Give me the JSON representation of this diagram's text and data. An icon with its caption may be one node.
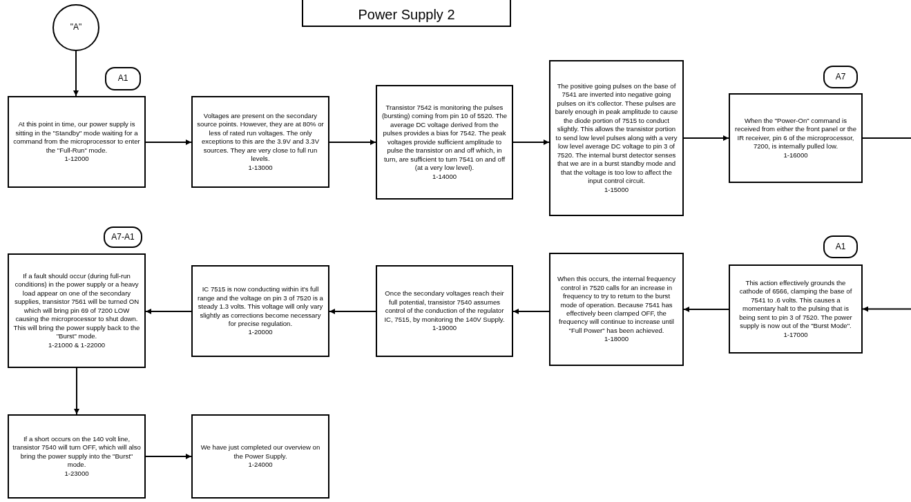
{
  "diagram": {
    "title": "Power Supply 2",
    "nodes": [
      {
        "text": [
          "\"A\""
        ]
      },
      {
        "text": [
          "A1"
        ]
      },
      {
        "text": [
          "At this point in time, our power supply is sitting in the \"Standby\" mode waiting for a command from the microprocessor to enter the \"Full-Run\" mode.",
          "1-12000"
        ]
      },
      {
        "text": [
          "Voltages are present on the secondary source points. However, they are at 80% or less of rated run voltages. The only exceptions to this are the 3.9V and 3.3V sources. They are very close to full run levels.",
          "1-13000"
        ]
      },
      {
        "text": [
          "Transistor 7542 is monitoring the pulses (bursting) coming from pin 10 of 5520. The average DC voltage derived from the pulses provides a bias for 7542. The peak voltages provide sufficient amplitude to pulse the transistor on and off which, in turn, are sufficient to turn 7541 on and off (at a very low level).",
          "1-14000"
        ]
      },
      {
        "text": [
          "The positive going pulses on the base of 7541 are inverted into negative going pulses on it's collector. These pulses are barely enough in peak amplitude to cause the diode portion of 7515 to conduct slightly. This allows the transistor portion to send low level pulses along with a very low level average DC voltage to pin 3 of 7520. The internal burst detector senses that we are in a burst standby mode and that the voltage is too low to affect the input control circuit.",
          "1-15000"
        ]
      },
      {
        "text": [
          "A7"
        ]
      },
      {
        "text": [
          "When the \"Power-On\" command is received from either the front panel or the IR receiver, pin 6 of the microprocessor, 7200, is internally pulled low.",
          "1-16000"
        ]
      },
      {
        "text": [
          "A7-A1"
        ]
      },
      {
        "text": [
          "If a fault should occur (during full-run conditions) in the power supply or a heavy load appear on one of the secondary supplies, transistor 7561 will be turned ON which will bring pin 69 of 7200 LOW causing the microprocessor to shut down. This will bring the power supply back to the \"Burst\" mode.",
          "1-21000 & 1-22000"
        ]
      },
      {
        "text": [
          "IC 7515 is now conducting within it's full range and the voltage on pin 3 of 7520 is a steady 1.3 volts. This voltage will only vary slightly as corrections become necessary for precise regulation.",
          "1-20000"
        ]
      },
      {
        "text": [
          "Once the secondary voltages reach their full potential, transistor 7540 assumes control of the conduction of the regulator IC, 7515, by monitoring the 140V Supply.",
          "1-19000"
        ]
      },
      {
        "text": [
          "When this occurs, the internal frequency control in 7520 calls for an increase in frequency to try to return to the burst mode of operation. Because 7541 has effectively been clamped OFF, the frequency will continue to increase until \"Full Power\" has been achieved.",
          "1-18000"
        ]
      },
      {
        "text": [
          "A1"
        ]
      },
      {
        "text": [
          "This action effectively grounds the cathode of 6566, clamping the base of 7541 to .6 volts. This causes a momentary halt to the pulsing that is being sent to pin 3 of 7520. The power supply is now out of the \"Burst Mode\".",
          "1-17000"
        ]
      },
      {
        "text": [
          "If a short occurs on the 140 volt line, transistor 7540 will turn OFF, which will also bring the power supply into the \"Burst\" mode.",
          "1-23000"
        ]
      },
      {
        "text": [
          "We have just completed our overview on the Power Supply.",
          "1-24000"
        ]
      }
    ],
    "edges": [
      {
        "from": 0,
        "to": 2,
        "arrow": "to"
      },
      {
        "from": 2,
        "to": 3,
        "arrow": "to"
      },
      {
        "from": 3,
        "to": 4,
        "arrow": "to"
      },
      {
        "from": 4,
        "to": 5,
        "arrow": "to"
      },
      {
        "from": 5,
        "to": 7,
        "arrow": "to"
      },
      {
        "from": 7,
        "to": null,
        "arrow": "none"
      },
      {
        "from": null,
        "to": 14,
        "arrow": "to"
      },
      {
        "from": 14,
        "to": 12,
        "arrow": "to"
      },
      {
        "from": 12,
        "to": 11,
        "arrow": "to"
      },
      {
        "from": 11,
        "to": 10,
        "arrow": "to"
      },
      {
        "from": 10,
        "to": 9,
        "arrow": "to"
      },
      {
        "from": 9,
        "to": 15,
        "arrow": "to"
      },
      {
        "from": 15,
        "to": 16,
        "arrow": "to"
      }
    ]
  }
}
